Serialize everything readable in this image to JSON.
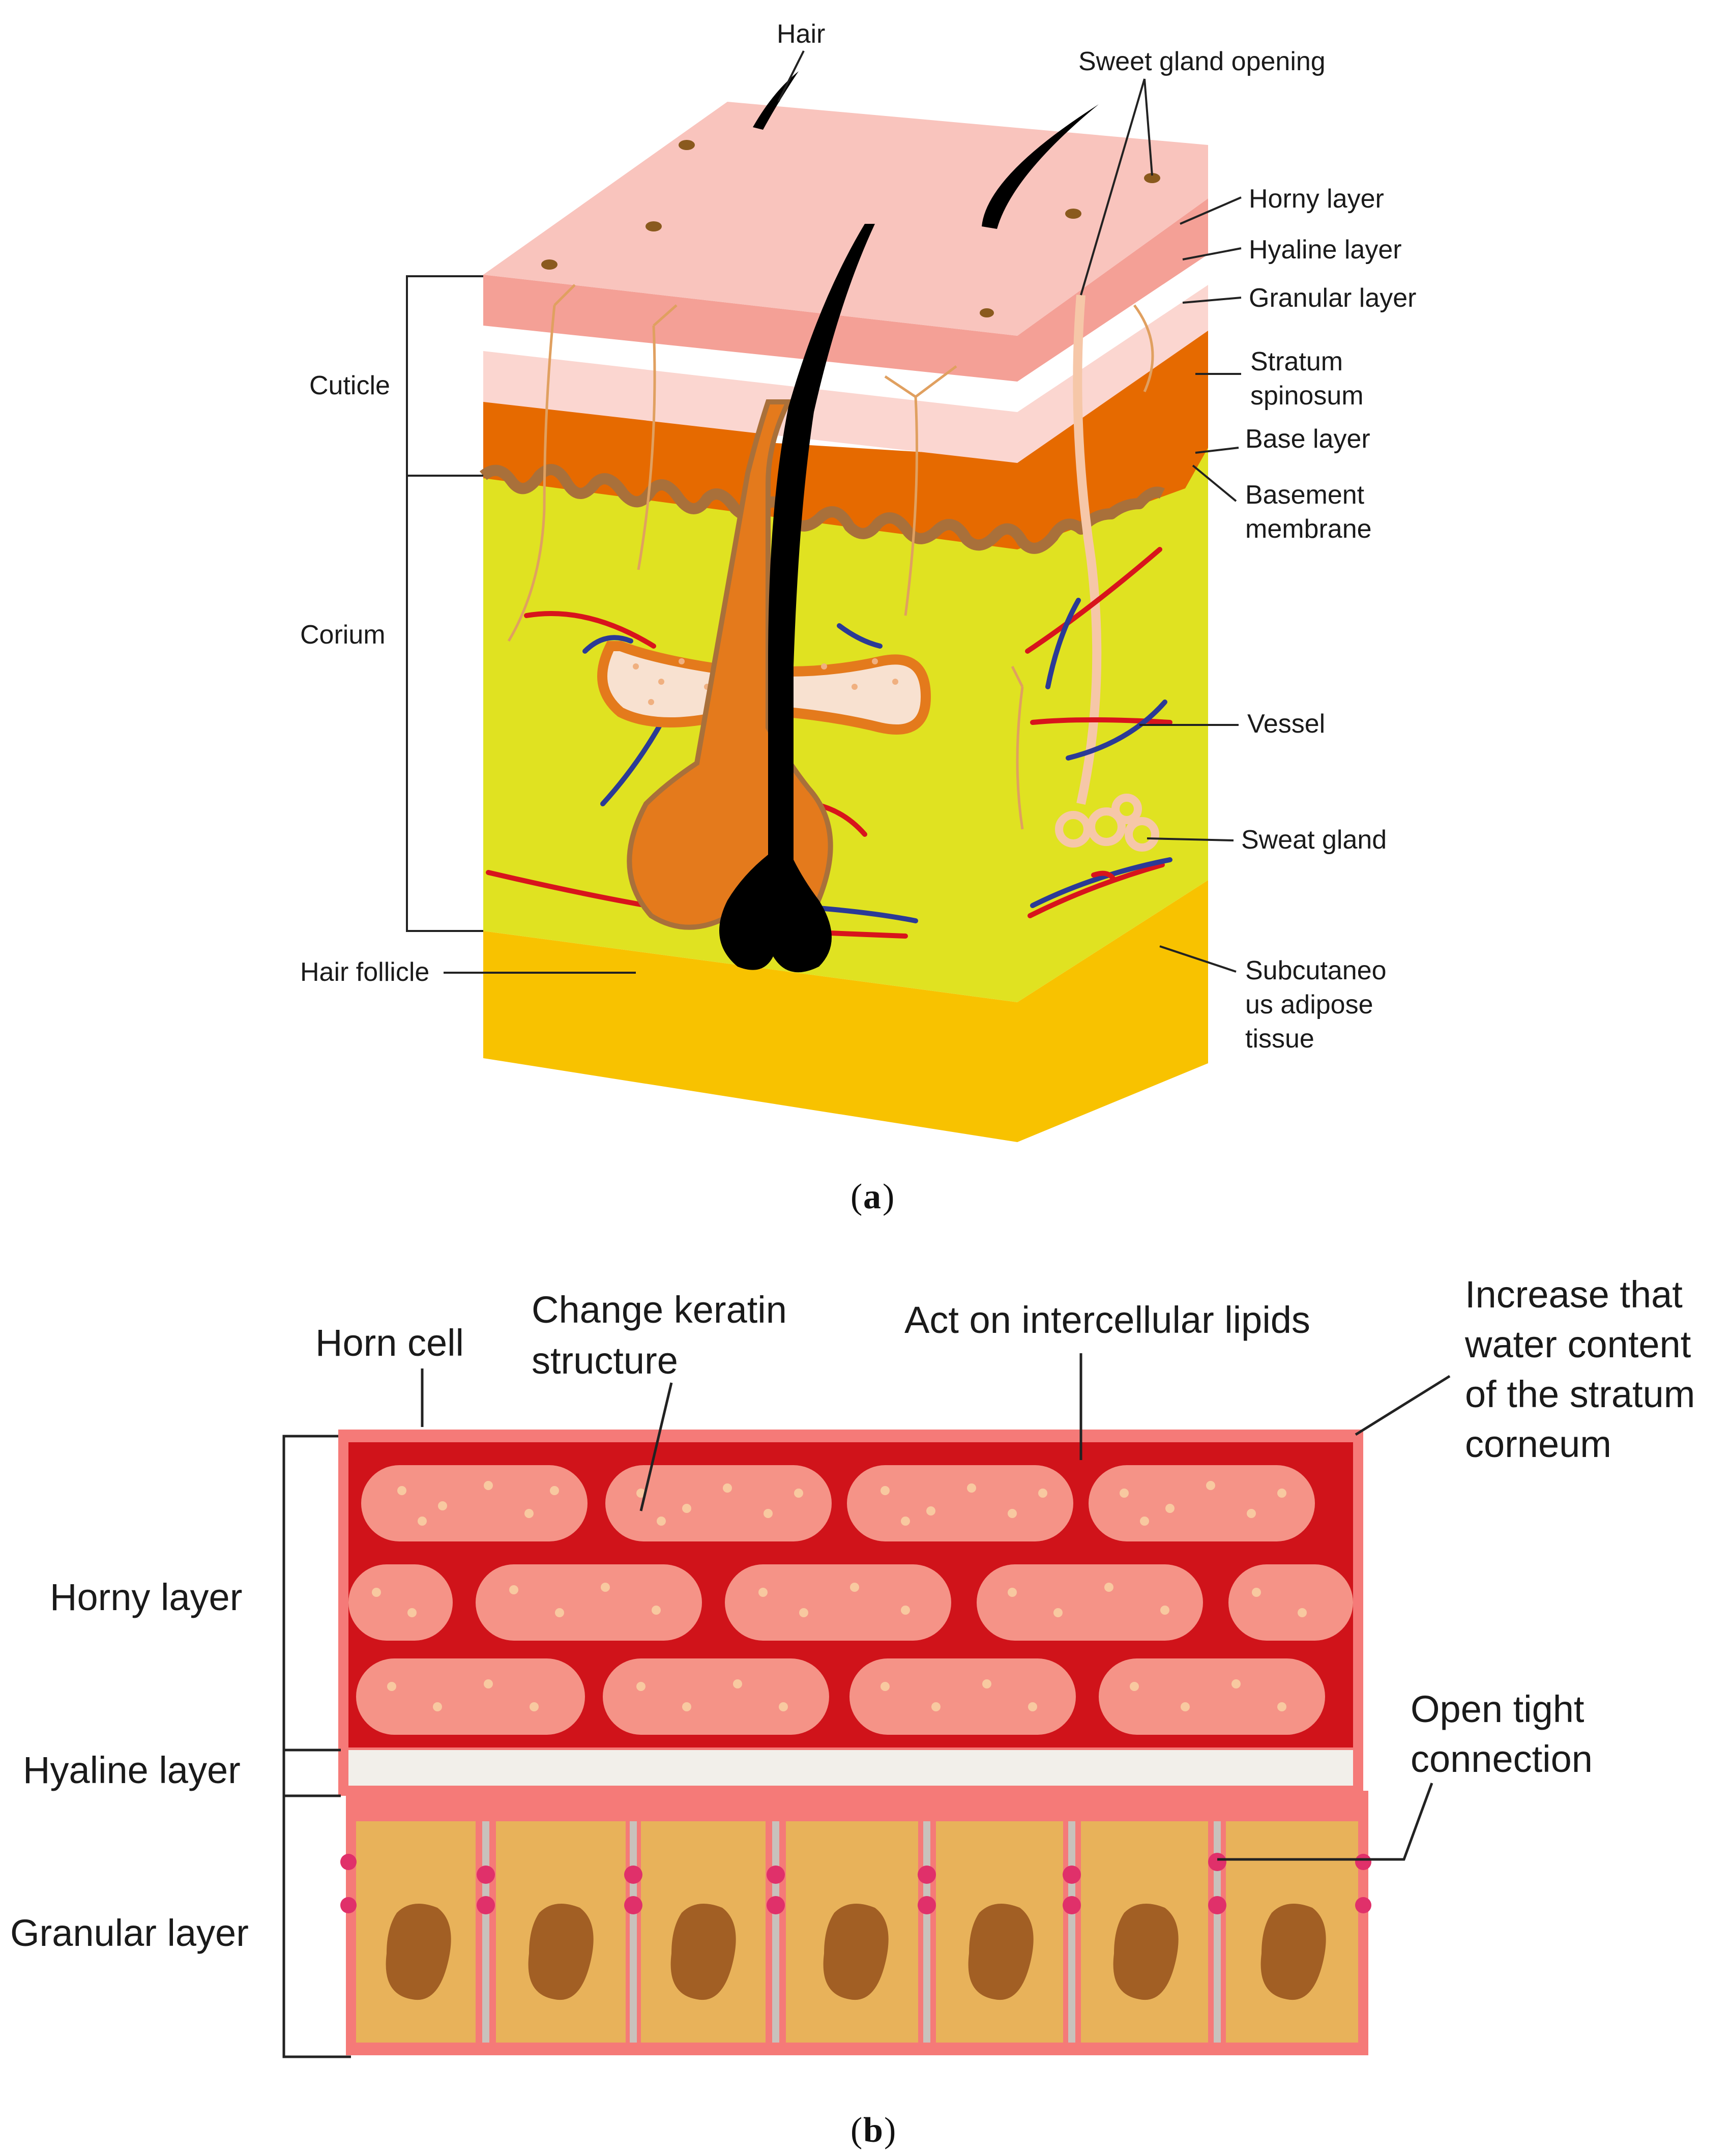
{
  "panel_a": {
    "caption": "a",
    "labels": {
      "hair": "Hair",
      "sweet_gland_opening": "Sweet gland opening",
      "horny_layer": "Horny layer",
      "hyaline_layer": "Hyaline layer",
      "granular_layer": "Granular layer",
      "stratum_spinosum_1": "Stratum",
      "stratum_spinosum_2": "spinosum",
      "base_layer": "Base layer",
      "basement_membrane_1": "Basement",
      "basement_membrane_2": "membrane",
      "cuticle": "Cuticle",
      "corium": "Corium",
      "vessel": "Vessel",
      "sweat_gland": "Sweat gland",
      "hair_follicle": "Hair follicle",
      "subcutaneous_1": "Subcutaneo",
      "subcutaneous_2": "us adipose",
      "subcutaneous_3": "tissue"
    }
  },
  "panel_b": {
    "caption": "b",
    "labels": {
      "horn_cell": "Horn cell",
      "change_keratin_1": "Change keratin",
      "change_keratin_2": "structure",
      "act_lipids": "Act on intercellular lipids",
      "increase_water_1": "Increase that",
      "increase_water_2": "water content",
      "increase_water_3": "of the stratum",
      "increase_water_4": "corneum",
      "horny_layer": "Horny layer",
      "hyaline_layer": "Hyaline layer",
      "granular_layer": "Granular layer",
      "open_tight_1": "Open tight",
      "open_tight_2": "connection"
    }
  },
  "colors": {
    "horny_pink": "#f9c4bd",
    "horny_edge": "#f4a096",
    "hyaline_pink": "#fbd6d0",
    "spinosum_orange": "#e66a00",
    "basement_brown": "#a9703a",
    "corium_yellow": "#e0e221",
    "subcut_gold": "#f8c200",
    "hair_black": "#000000",
    "follicle_orange": "#e47a1c",
    "vessel_red": "#d8141c",
    "vessel_blue": "#2b3a96",
    "nerve": "#e0a060",
    "gland_peach": "#f6c7a8",
    "lipid_red": "#d0131a",
    "horn_cell": "#f59387",
    "hyaline_white": "#f2efea",
    "granular_cell": "#e8b25a",
    "nucleus": "#a25f24",
    "membrane_pink": "#f57a78",
    "junction": "#e0306a"
  }
}
